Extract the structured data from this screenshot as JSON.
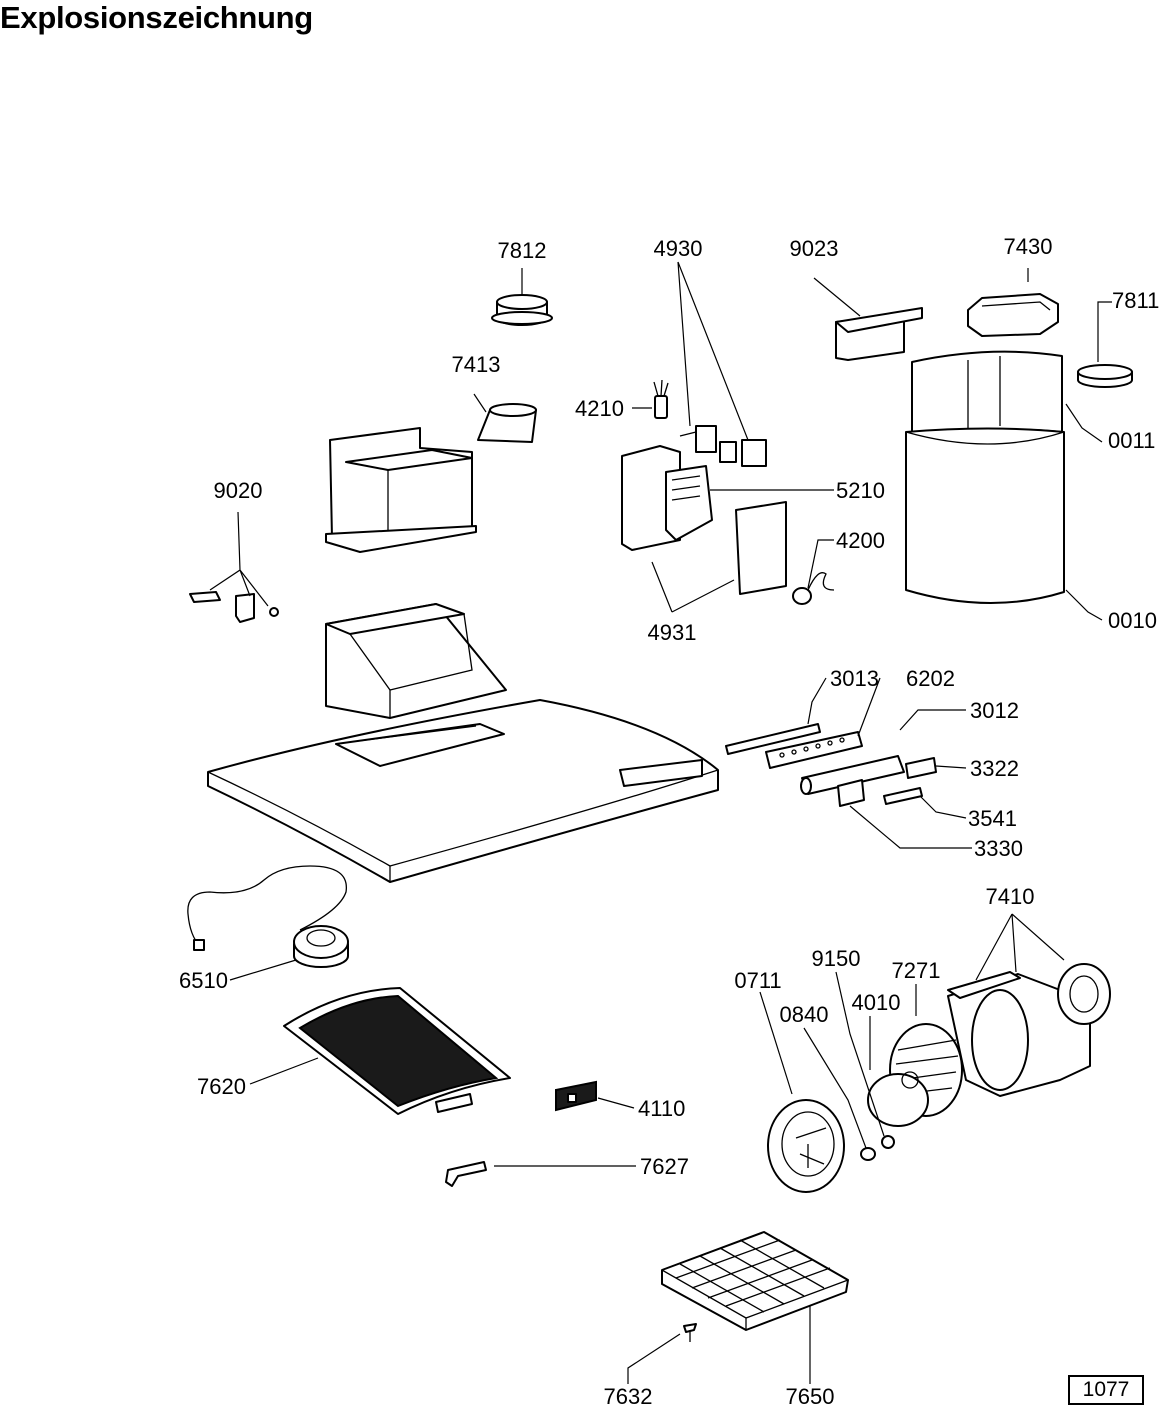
{
  "title": "Explosionszeichnung",
  "page_number": "1077",
  "parts": [
    {
      "id": "7812"
    },
    {
      "id": "4930"
    },
    {
      "id": "9023"
    },
    {
      "id": "7430"
    },
    {
      "id": "7811"
    },
    {
      "id": "7413"
    },
    {
      "id": "4210"
    },
    {
      "id": "0011"
    },
    {
      "id": "5210"
    },
    {
      "id": "9020"
    },
    {
      "id": "4200"
    },
    {
      "id": "0010"
    },
    {
      "id": "4931"
    },
    {
      "id": "3013"
    },
    {
      "id": "6202"
    },
    {
      "id": "3012"
    },
    {
      "id": "3322"
    },
    {
      "id": "3541"
    },
    {
      "id": "3330"
    },
    {
      "id": "7410"
    },
    {
      "id": "9150"
    },
    {
      "id": "0711"
    },
    {
      "id": "7271"
    },
    {
      "id": "4010"
    },
    {
      "id": "0840"
    },
    {
      "id": "6510"
    },
    {
      "id": "7620"
    },
    {
      "id": "4110"
    },
    {
      "id": "7627"
    },
    {
      "id": "7632"
    },
    {
      "id": "7650"
    }
  ]
}
